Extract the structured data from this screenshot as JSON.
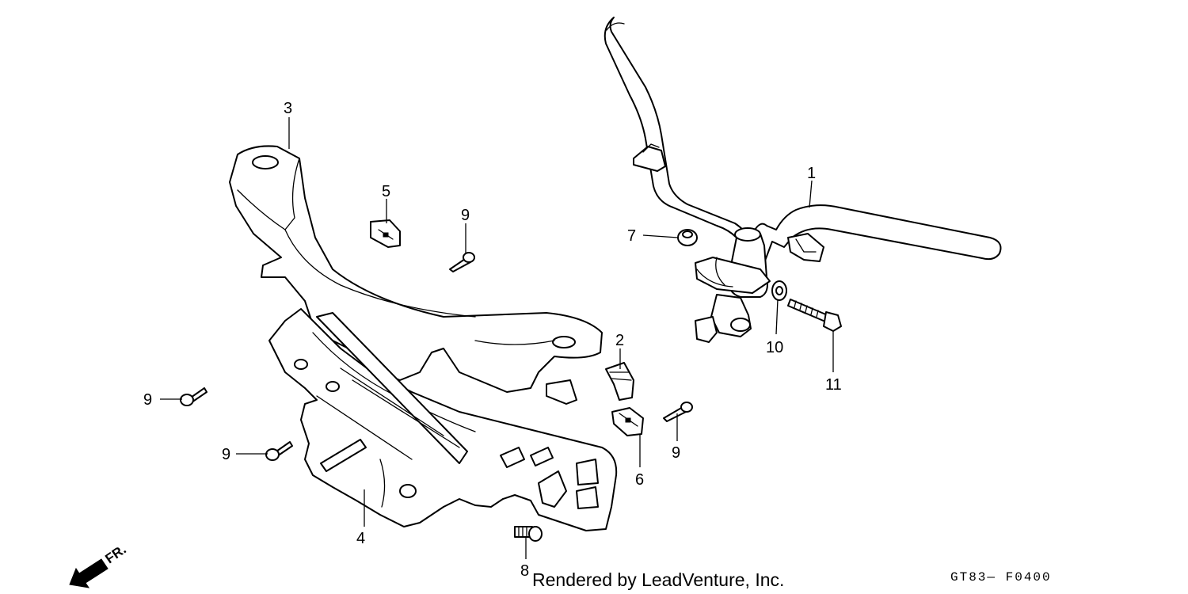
{
  "diagram": {
    "callouts": {
      "handlebar": "1",
      "clip_2": "2",
      "front_cover": "3",
      "rear_cover": "4",
      "clip_5": "5",
      "clip_6": "6",
      "nut_7": "7",
      "screw_8": "8",
      "screw_9": "9",
      "washer_10": "10",
      "bolt_11": "11"
    },
    "direction_label": "FR.",
    "credit": "Rendered by LeadVenture, Inc.",
    "diagram_code": "GT83— F0400"
  }
}
